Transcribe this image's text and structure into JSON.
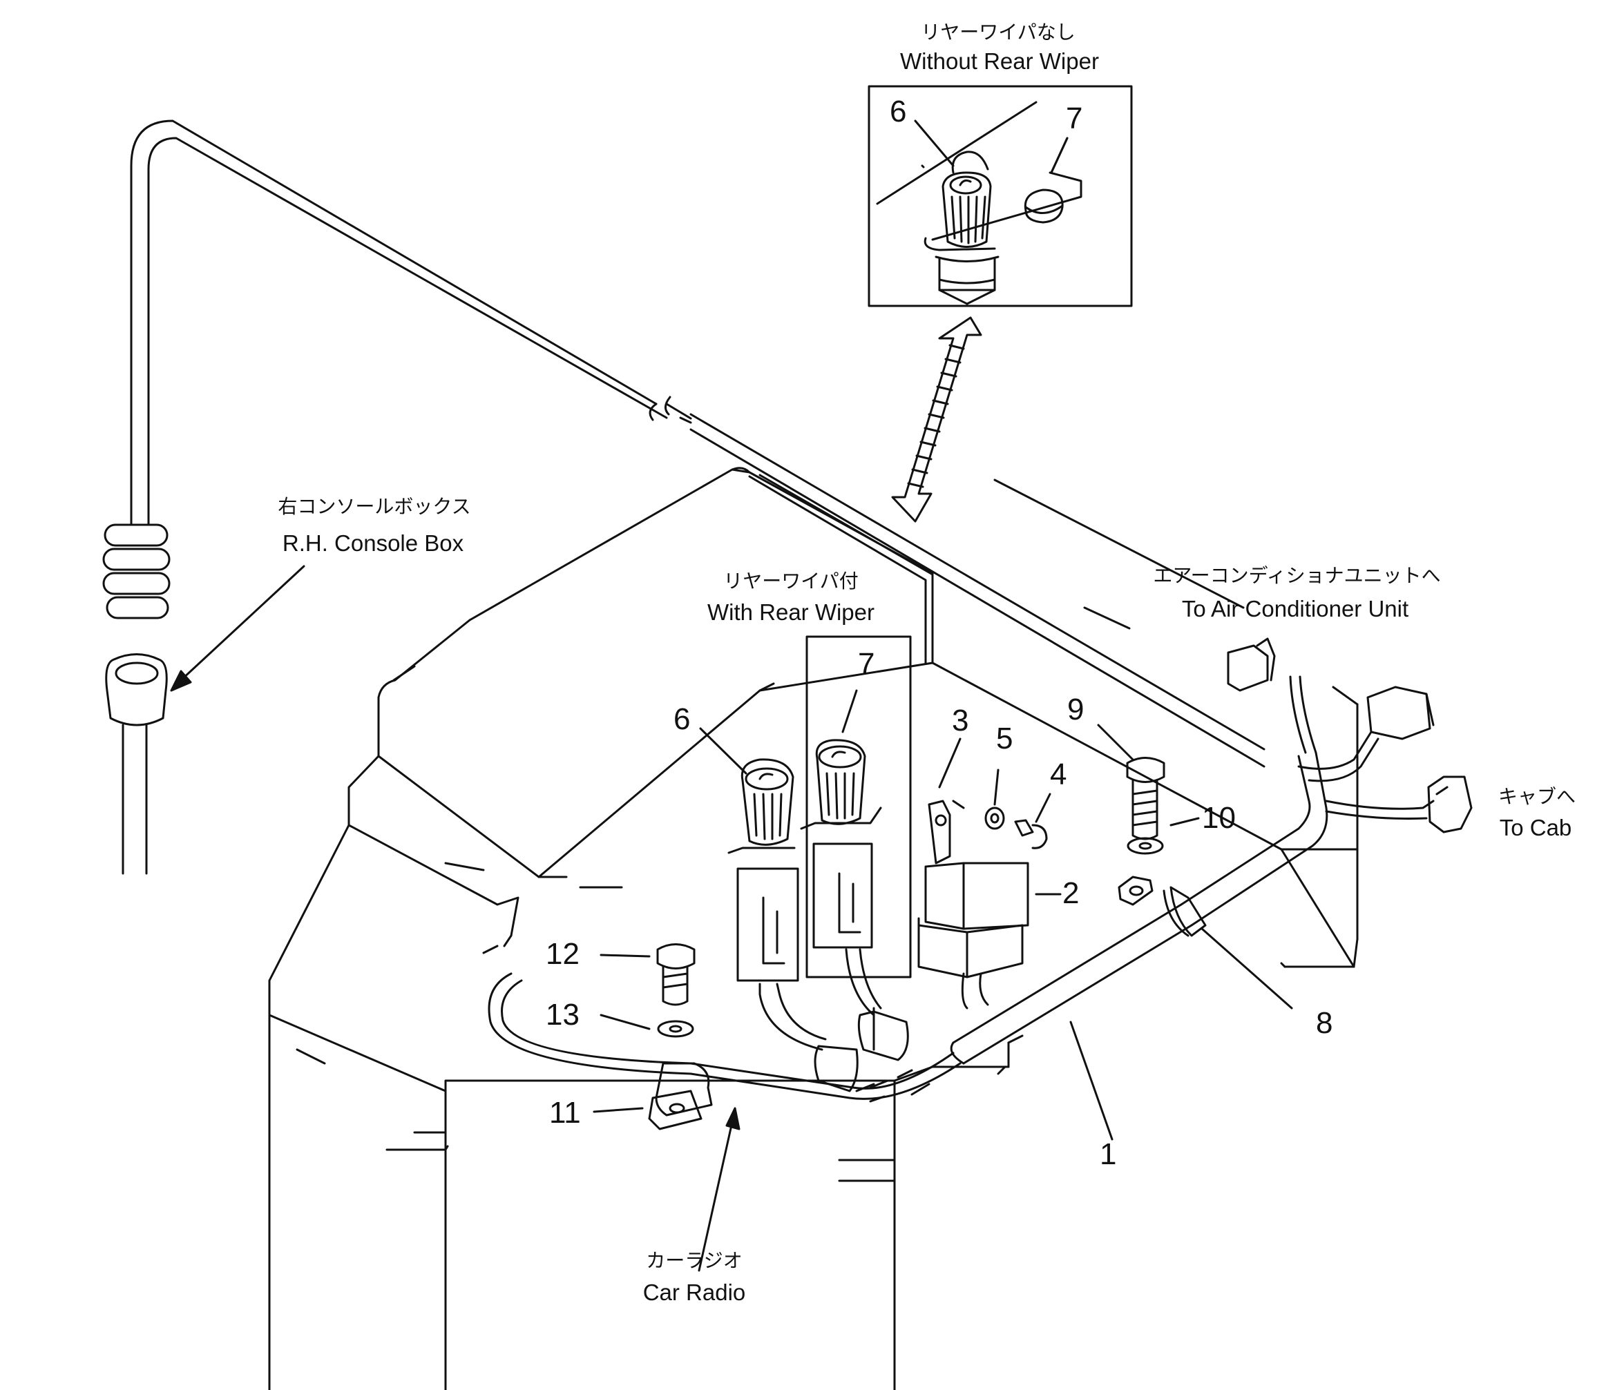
{
  "colors": {
    "ink": "#111111",
    "paper": "#ffffff"
  },
  "inset": {
    "title_jp": "リヤーワイパなし",
    "title_en": "Without Rear Wiper"
  },
  "with_rear_wiper": {
    "title_jp": "リヤーワイパ付",
    "title_en": "With Rear Wiper"
  },
  "labels": {
    "console_box": {
      "jp": "右コンソールボックス",
      "en": "R.H. Console Box"
    },
    "air_conditioner": {
      "jp": "エアーコンディショナユニットへ",
      "en": "To Air Conditioner Unit"
    },
    "cab": {
      "jp": "キャブへ",
      "en": "To Cab"
    },
    "car_radio": {
      "jp": "カーラジオ",
      "en": "Car Radio"
    }
  },
  "callouts": {
    "c1": "1",
    "c2": "2",
    "c3": "3",
    "c4": "4",
    "c5": "5",
    "c6_inset": "6",
    "c7_inset": "7",
    "c6": "6",
    "c7": "7",
    "c8": "8",
    "c9": "9",
    "c10": "10",
    "c11": "11",
    "c12": "12",
    "c13": "13"
  }
}
